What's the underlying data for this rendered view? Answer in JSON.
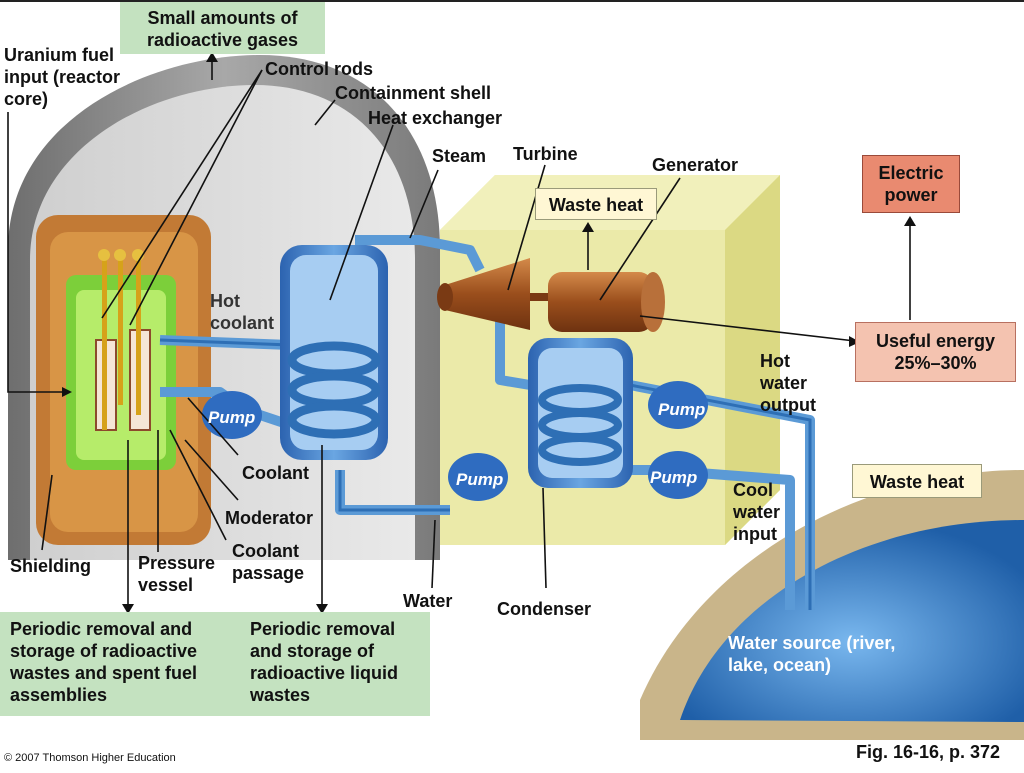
{
  "labels": {
    "radioactive_gases": "Small amounts of\nradioactive gases",
    "uranium_input": "Uranium fuel\ninput (reactor\ncore)",
    "control_rods": "Control rods",
    "containment_shell": "Containment shell",
    "heat_exchanger": "Heat exchanger",
    "steam": "Steam",
    "turbine": "Turbine",
    "generator": "Generator",
    "electric_power": "Electric\npower",
    "waste_heat_top": "Waste heat",
    "hot_coolant": "Hot\ncoolant",
    "useful_energy": "Useful energy\n25%–30%",
    "hot_water_output": "Hot\nwater\noutput",
    "pump_1": "Pump",
    "pump_2": "Pump",
    "pump_3": "Pump",
    "pump_4": "Pump",
    "coolant": "Coolant",
    "waste_heat_right": "Waste heat",
    "cool_water_input": "Cool\nwater\ninput",
    "moderator": "Moderator",
    "shielding": "Shielding",
    "pressure_vessel": "Pressure\nvessel",
    "coolant_passage": "Coolant\npassage",
    "water": "Water",
    "condenser": "Condenser",
    "removal_solid": "Periodic removal and\nstorage of radioactive\nwastes and spent fuel\nassemblies",
    "removal_liquid": "Periodic removal\nand storage of\nradioactive liquid\nwastes",
    "water_source": "Water source (river,\nlake, ocean)",
    "credit": "© 2007 Thomson Higher Education",
    "fig_ref": "Fig. 16-16, p. 372"
  },
  "colors": {
    "dome_gray": "#8f8f8f",
    "reactor_orange": "#d08a3a",
    "core_green": "#7ccf3a",
    "pipe_blue": "#5b9ad6",
    "turbine_housing": "#e8e69a",
    "water_blue": "#3f86cc",
    "green_box": "#c4e2c0",
    "salmon_box": "#f4c3b0",
    "electric_box": "#e98a70"
  }
}
